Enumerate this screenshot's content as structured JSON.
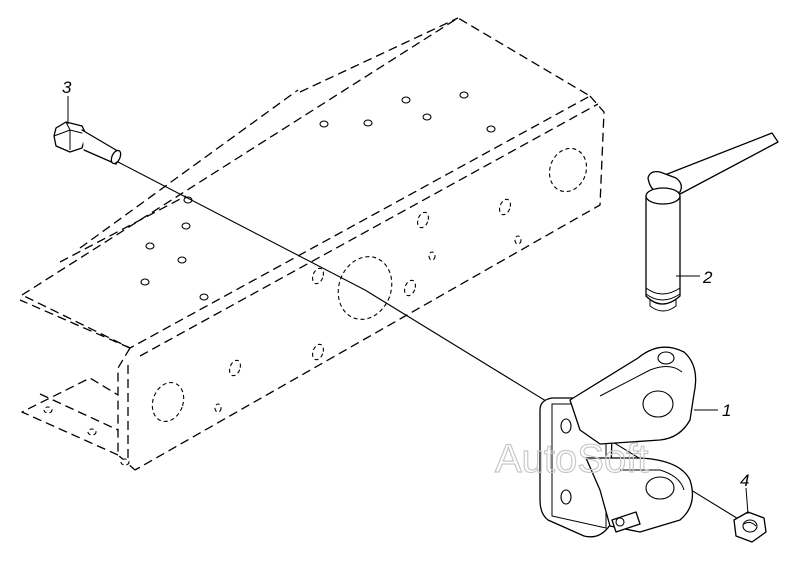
{
  "diagram": {
    "callouts": [
      {
        "id": "callout-1",
        "label": "1"
      },
      {
        "id": "callout-2",
        "label": "2"
      },
      {
        "id": "callout-3",
        "label": "3"
      },
      {
        "id": "callout-4",
        "label": "4"
      }
    ],
    "watermark": "AutoSoft"
  }
}
